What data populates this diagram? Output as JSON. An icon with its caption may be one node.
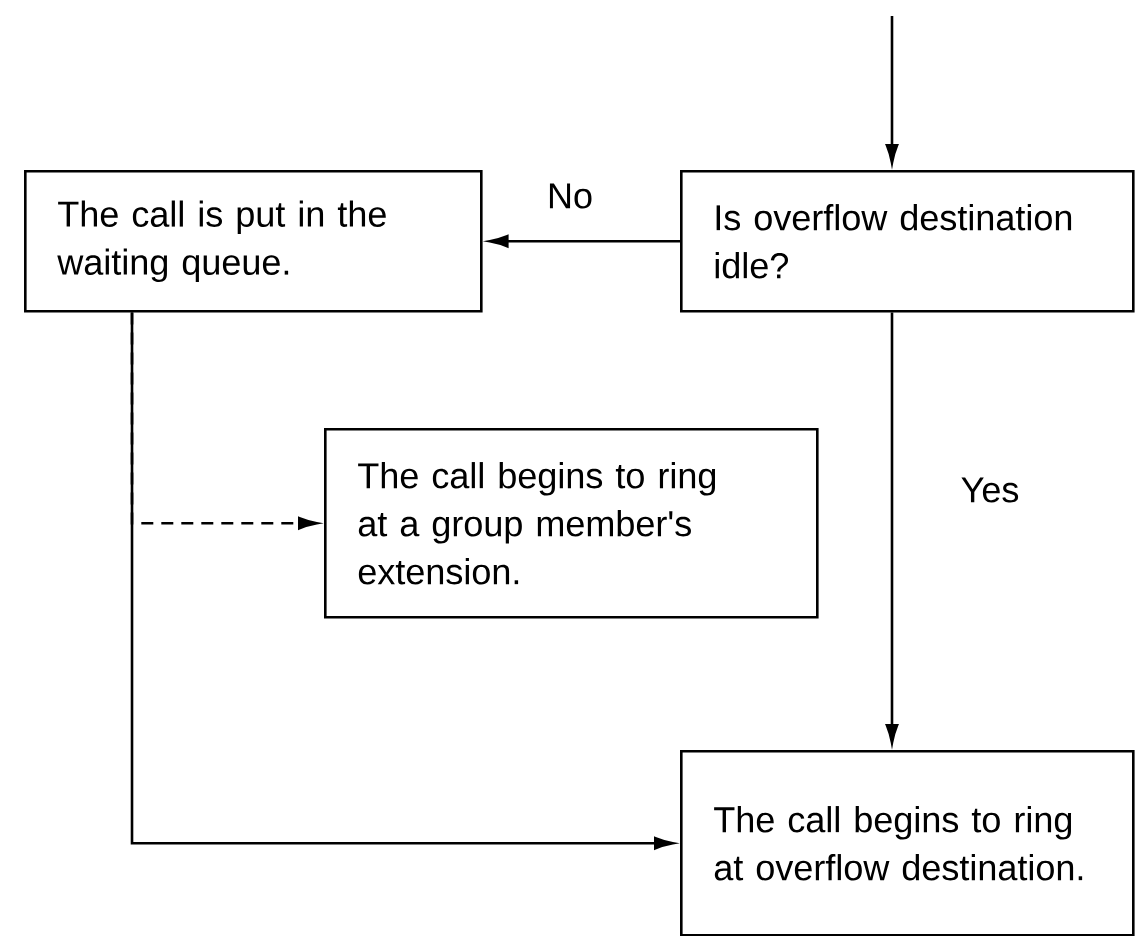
{
  "diagram": {
    "nodes": [
      {
        "text": [
          "Is overflow destination idle?"
        ]
      },
      {
        "text": [
          "The call is put in the waiting queue."
        ]
      },
      {
        "text": [
          "The call begins to ring at a group member's extension."
        ]
      },
      {
        "text": [
          "The call begins to ring at overflow destination."
        ]
      }
    ],
    "edges": [
      {
        "from": null,
        "to": 0,
        "arrow": "to"
      },
      {
        "from": 0,
        "to": 1,
        "arrow": "to",
        "label": "No"
      },
      {
        "from": 0,
        "to": 3,
        "arrow": "to",
        "label": "Yes"
      },
      {
        "from": 1,
        "to": 3,
        "arrow": "to"
      },
      {
        "from": 1,
        "to": 2,
        "arrow": "to",
        "style": "dashed"
      }
    ]
  }
}
